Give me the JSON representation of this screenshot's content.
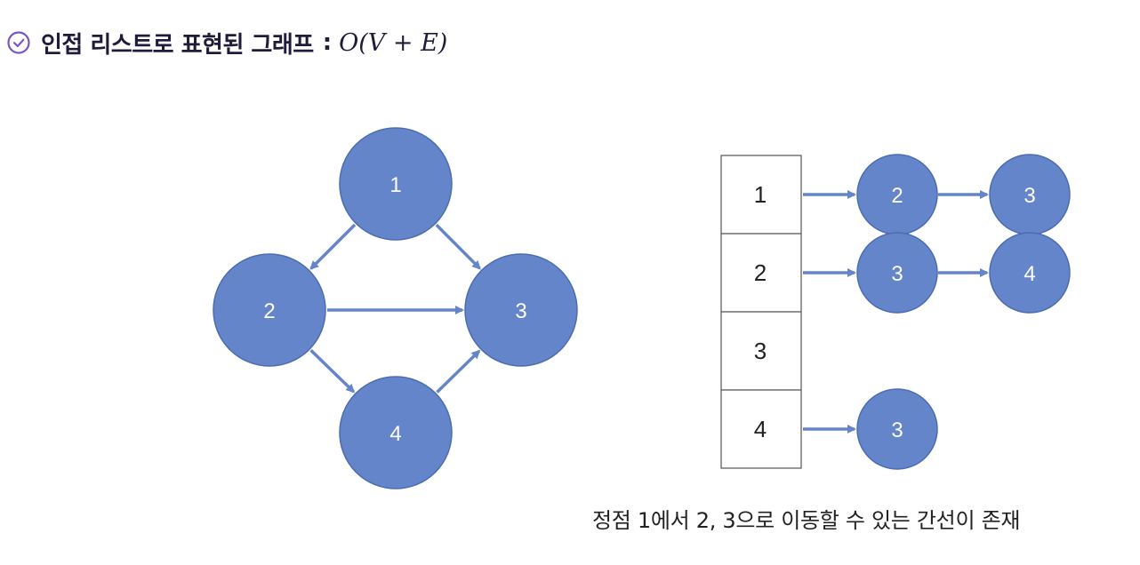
{
  "title": {
    "text": "인접 리스트로 표현된 그래프",
    "separator": ":",
    "complexity": "O(V + E)"
  },
  "colors": {
    "node_fill": "#6485c9",
    "node_stroke": "#4c6db0",
    "arrow": "#6485c9",
    "accent": "#7b55c7"
  },
  "graph": {
    "nodes": [
      {
        "id": "1",
        "label": "1"
      },
      {
        "id": "2",
        "label": "2"
      },
      {
        "id": "3",
        "label": "3"
      },
      {
        "id": "4",
        "label": "4"
      }
    ],
    "edges": [
      {
        "from": "1",
        "to": "2"
      },
      {
        "from": "1",
        "to": "3"
      },
      {
        "from": "2",
        "to": "3"
      },
      {
        "from": "2",
        "to": "4"
      },
      {
        "from": "4",
        "to": "3"
      }
    ]
  },
  "adjacency_list": [
    {
      "vertex": "1",
      "neighbors": [
        "2",
        "3"
      ]
    },
    {
      "vertex": "2",
      "neighbors": [
        "3",
        "4"
      ]
    },
    {
      "vertex": "3",
      "neighbors": []
    },
    {
      "vertex": "4",
      "neighbors": [
        "3"
      ]
    }
  ],
  "caption": "정점 1에서 2, 3으로 이동할 수 있는 간선이 존재"
}
